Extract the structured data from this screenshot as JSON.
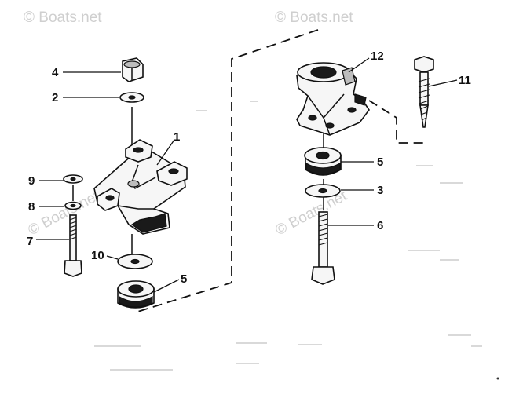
{
  "watermark": "© Boats.net",
  "callouts": {
    "c1": "1",
    "c2": "2",
    "c3": "3",
    "c4": "4",
    "c5a": "5",
    "c5b": "5",
    "c6": "6",
    "c7": "7",
    "c8": "8",
    "c9": "9",
    "c10": "10",
    "c11": "11",
    "c12": "12"
  }
}
